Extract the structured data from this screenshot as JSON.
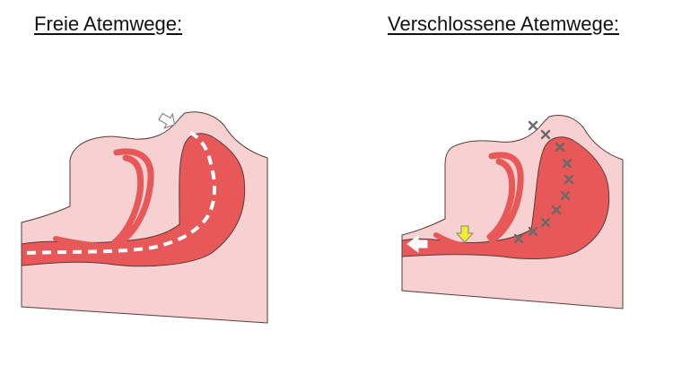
{
  "panels": {
    "left": {
      "title": "Freie Atemwege:",
      "state": "open"
    },
    "right": {
      "title": "Verschlossene Atemwege:",
      "state": "obstructed"
    }
  },
  "colors": {
    "skin": "#f7d1d1",
    "airway": "#e85858",
    "outline": "#5a3a3a",
    "airflow_dash": "#ffffff",
    "arrow_outline": "#888888",
    "obstruction_arrow": "#f2ea3a",
    "snore_marks": "#6a6a6a"
  },
  "icons": {
    "inhale_arrow": "arrow-down-left-icon",
    "obstruction_arrow": "arrow-down-icon",
    "exhale_arrow": "arrow-left-icon",
    "snore_marks": "cross-marks-icon"
  }
}
